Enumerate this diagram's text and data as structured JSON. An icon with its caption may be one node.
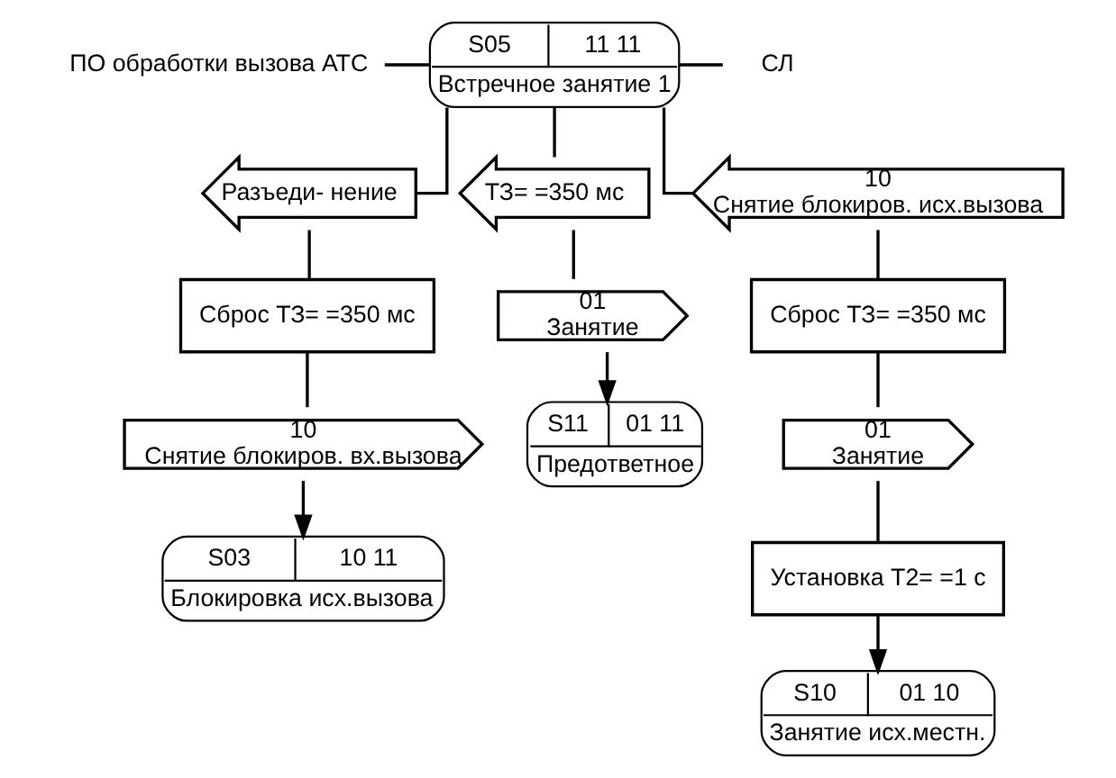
{
  "diagram": {
    "nodes": [
      {
        "text": [
          "ПО обработки вызова АТС"
        ]
      },
      {
        "text": [
          "S05",
          "11 11",
          "Встречное занятие 1"
        ]
      },
      {
        "text": [
          "СЛ"
        ]
      },
      {
        "text": [
          "Разъеди- нение"
        ]
      },
      {
        "text": [
          "ТЗ= =350 мс"
        ]
      },
      {
        "text": [
          "10",
          "Снятие блокиров. исх.вызова"
        ]
      },
      {
        "text": [
          "Сброс ТЗ= =350 мс"
        ]
      },
      {
        "text": [
          "01",
          "Занятие"
        ]
      },
      {
        "text": [
          "Сброс ТЗ= =350 мс"
        ]
      },
      {
        "text": [
          "10",
          "Снятие блокиров. вх.вызова"
        ]
      },
      {
        "text": [
          "01",
          "Занятие"
        ]
      },
      {
        "text": [
          "Установка Т2= =1 с"
        ]
      },
      {
        "text": [
          "S03",
          "10 11",
          "Блокировка исх.вызова"
        ]
      },
      {
        "text": [
          "S11",
          "01 11",
          "Предответное"
        ]
      },
      {
        "text": [
          "S10",
          "01 10",
          "Занятие исх.местн."
        ]
      }
    ],
    "edges": [
      {
        "from": 0,
        "to": 1,
        "arrow": "none"
      },
      {
        "from": 1,
        "to": 2,
        "arrow": "none"
      },
      {
        "from": 1,
        "to": 3,
        "arrow": "none"
      },
      {
        "from": 1,
        "to": 4,
        "arrow": "none"
      },
      {
        "from": 1,
        "to": 5,
        "arrow": "none"
      },
      {
        "from": 3,
        "to": 6,
        "arrow": "none"
      },
      {
        "from": 6,
        "to": 9,
        "arrow": "none"
      },
      {
        "from": 9,
        "to": 12,
        "arrow": "to"
      },
      {
        "from": 4,
        "to": 7,
        "arrow": "none"
      },
      {
        "from": 7,
        "to": 13,
        "arrow": "to"
      },
      {
        "from": 5,
        "to": 8,
        "arrow": "none"
      },
      {
        "from": 8,
        "to": 10,
        "arrow": "none"
      },
      {
        "from": 10,
        "to": 11,
        "arrow": "none"
      },
      {
        "from": 11,
        "to": 14,
        "arrow": "to"
      }
    ]
  }
}
